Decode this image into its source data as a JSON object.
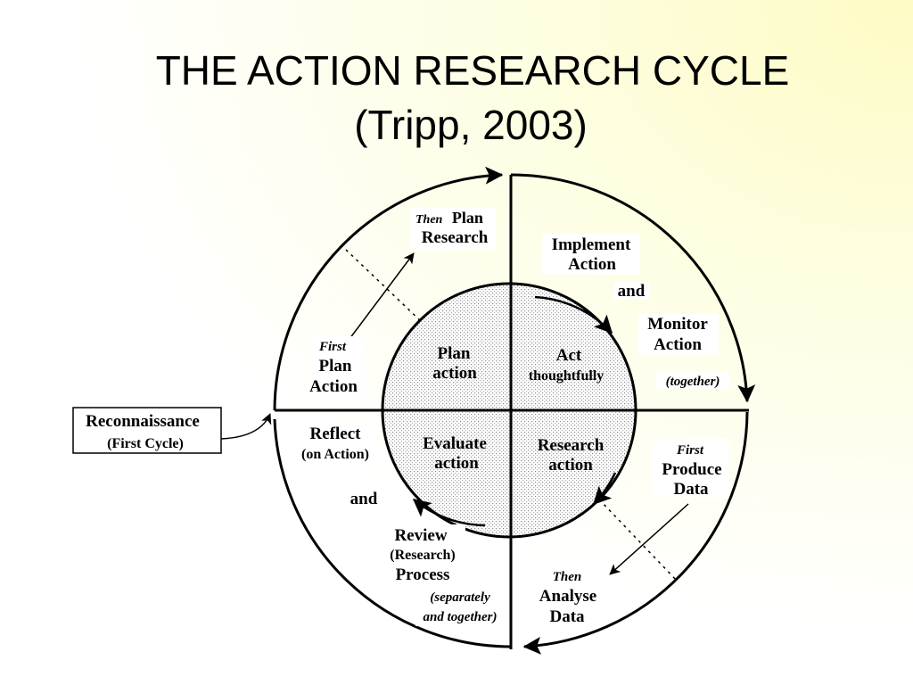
{
  "title": {
    "line1": "THE ACTION RESEARCH CYCLE",
    "line2": "(Tripp, 2003)"
  },
  "inner_quadrants": {
    "top_left": [
      "Plan",
      "action"
    ],
    "top_right": [
      "Act",
      "thoughtfully"
    ],
    "bottom_left": [
      "Evaluate",
      "action"
    ],
    "bottom_right": [
      "Research",
      "action"
    ]
  },
  "outer_labels": {
    "then_plan_research": {
      "prefix": "Then",
      "word": "Plan",
      "line2": "Research"
    },
    "implement_action": [
      "Implement",
      "Action"
    ],
    "and_top": "and",
    "monitor_action": [
      "Monitor",
      "Action"
    ],
    "together": "(together)",
    "first_plan_action": {
      "prefix": "First",
      "line2": "Plan",
      "line3": "Action"
    },
    "reflect": [
      "Reflect",
      "(on Action)"
    ],
    "and_bottom": "and",
    "review_process": [
      "Review",
      "(Research)",
      "Process"
    ],
    "separately_together": [
      "(separately",
      "and together)"
    ],
    "first_produce_data": {
      "prefix": "First",
      "line2": "Produce",
      "line3": "Data"
    },
    "then_analyse_data": {
      "prefix": "Then",
      "line2": "Analyse",
      "line3": "Data"
    }
  },
  "reconnaissance": {
    "line1": "Reconnaissance",
    "line2": "(First Cycle)"
  }
}
